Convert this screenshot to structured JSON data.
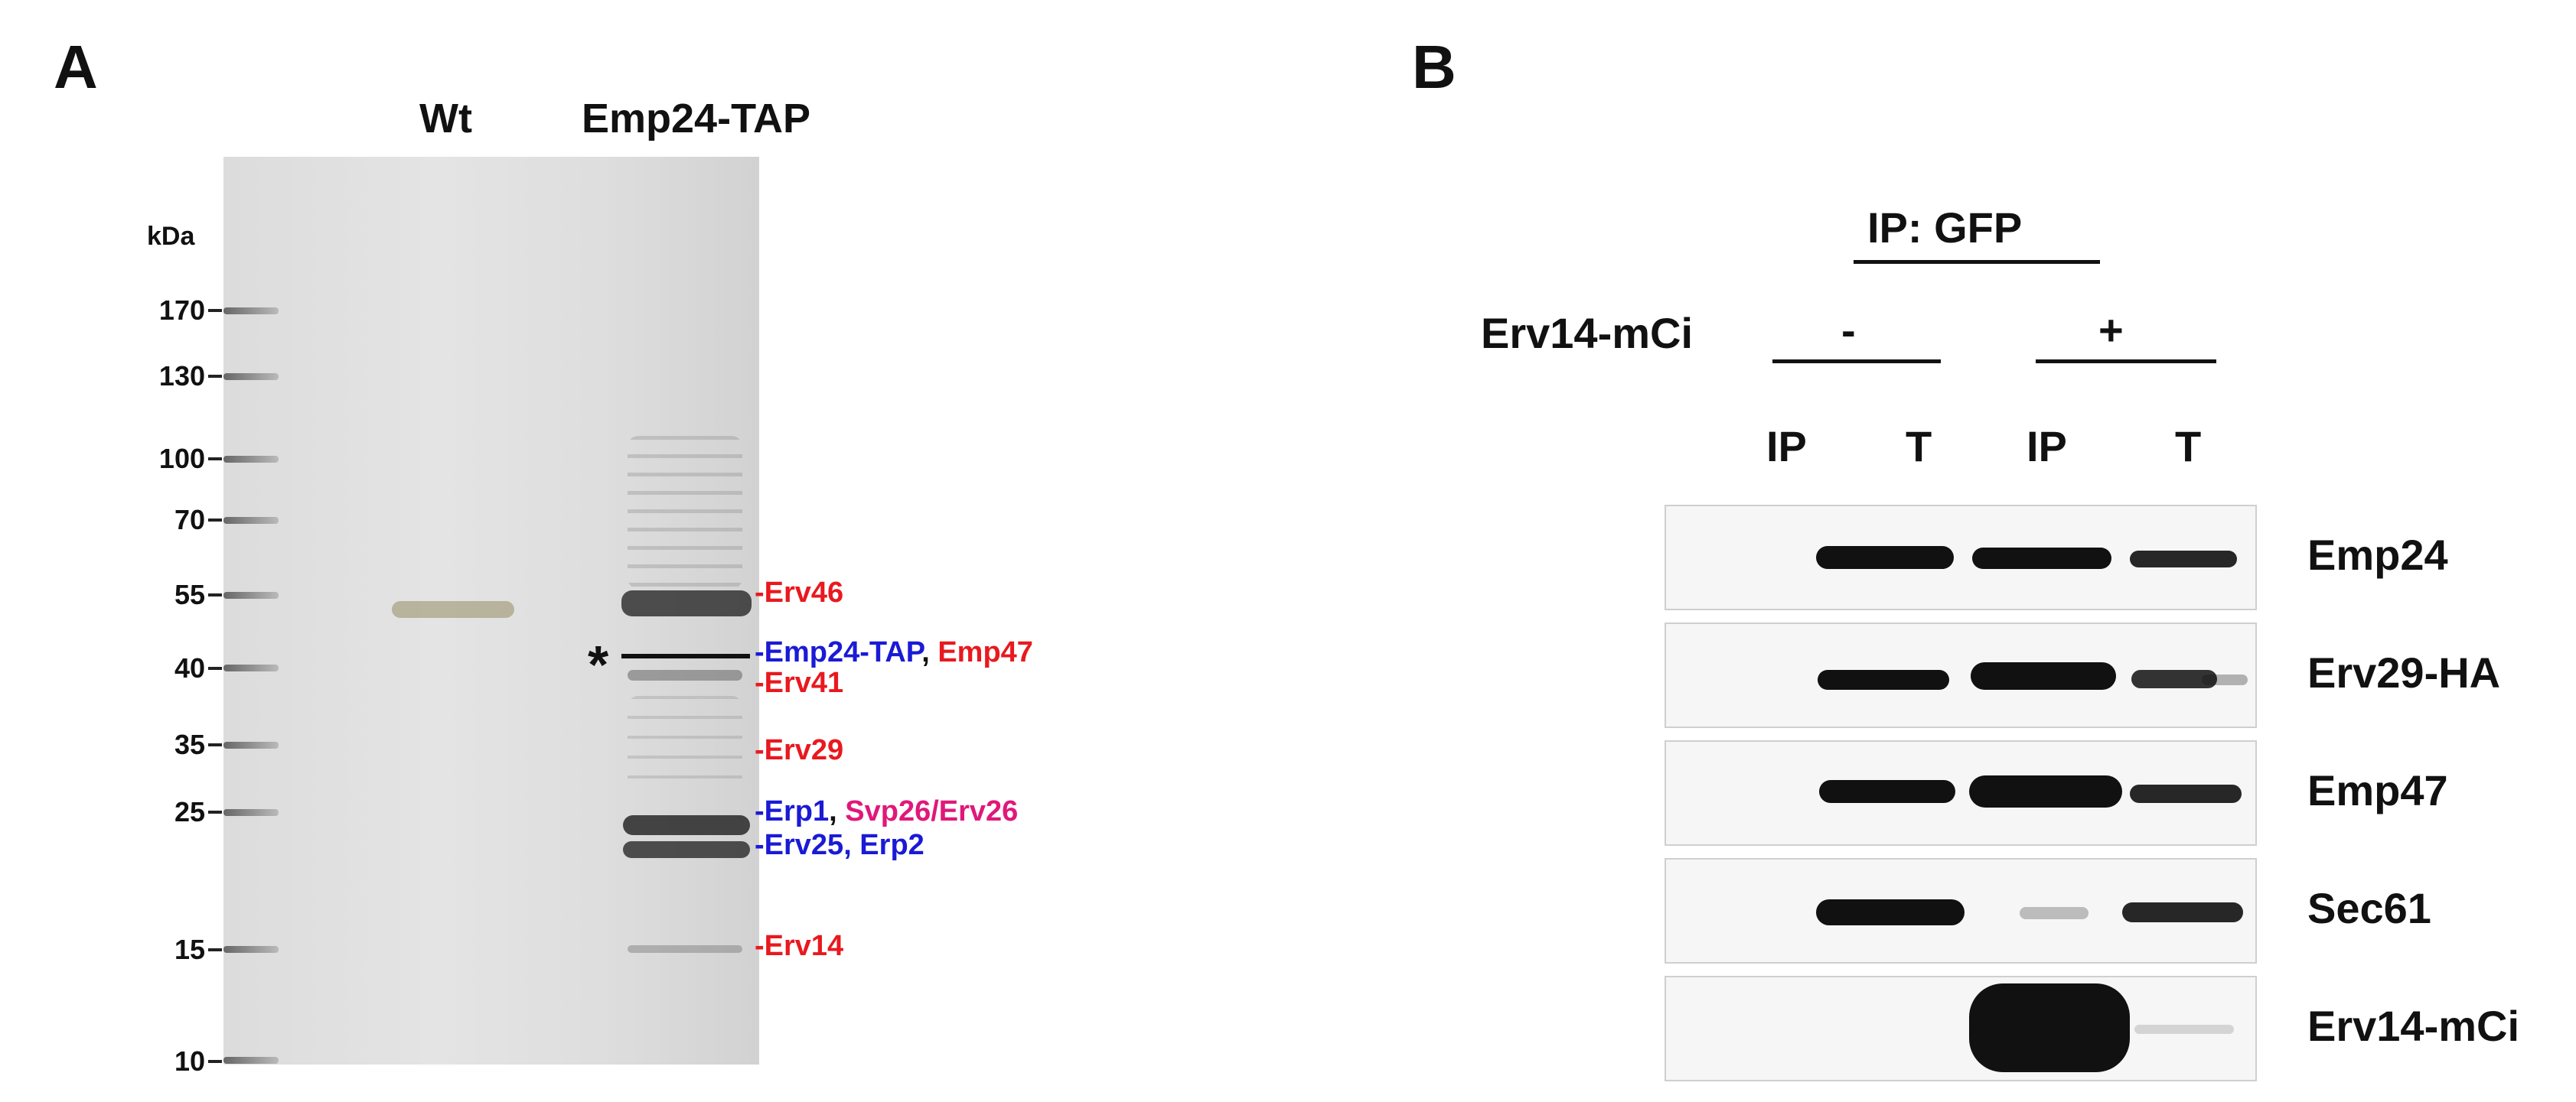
{
  "panel_a": {
    "letter": "A",
    "lanes": [
      "Wt",
      "Emp24-TAP"
    ],
    "kda": "kDa",
    "markers": [
      "170",
      "130",
      "100",
      "70",
      "55",
      "40",
      "35",
      "25",
      "15",
      "10"
    ],
    "asterisk": "*",
    "bands": {
      "erv46": "-Erv46",
      "emp24tap": "-Emp24-TAP",
      "comma1": ",",
      "emp47": "Emp47",
      "erv41": "-Erv41",
      "erv29": "-Erv29",
      "erp1": "-Erp1",
      "comma2": ",",
      "svp26": "Svp26/Erv26",
      "erv25": "-Erv25, Erp2",
      "erv14": "-Erv14"
    },
    "colors": {
      "red": "#e8191f",
      "blue": "#1a1ad6",
      "pink": "#e0187a"
    }
  },
  "panel_b": {
    "letter": "B",
    "ip_header": "IP: GFP",
    "condition_label": "Erv14-mCi",
    "minus": "-",
    "plus": "+",
    "columns": [
      "IP",
      "T",
      "IP",
      "T"
    ],
    "blots": [
      "Emp24",
      "Erv29-HA",
      "Emp47",
      "Sec61",
      "Erv14-mCi"
    ]
  }
}
